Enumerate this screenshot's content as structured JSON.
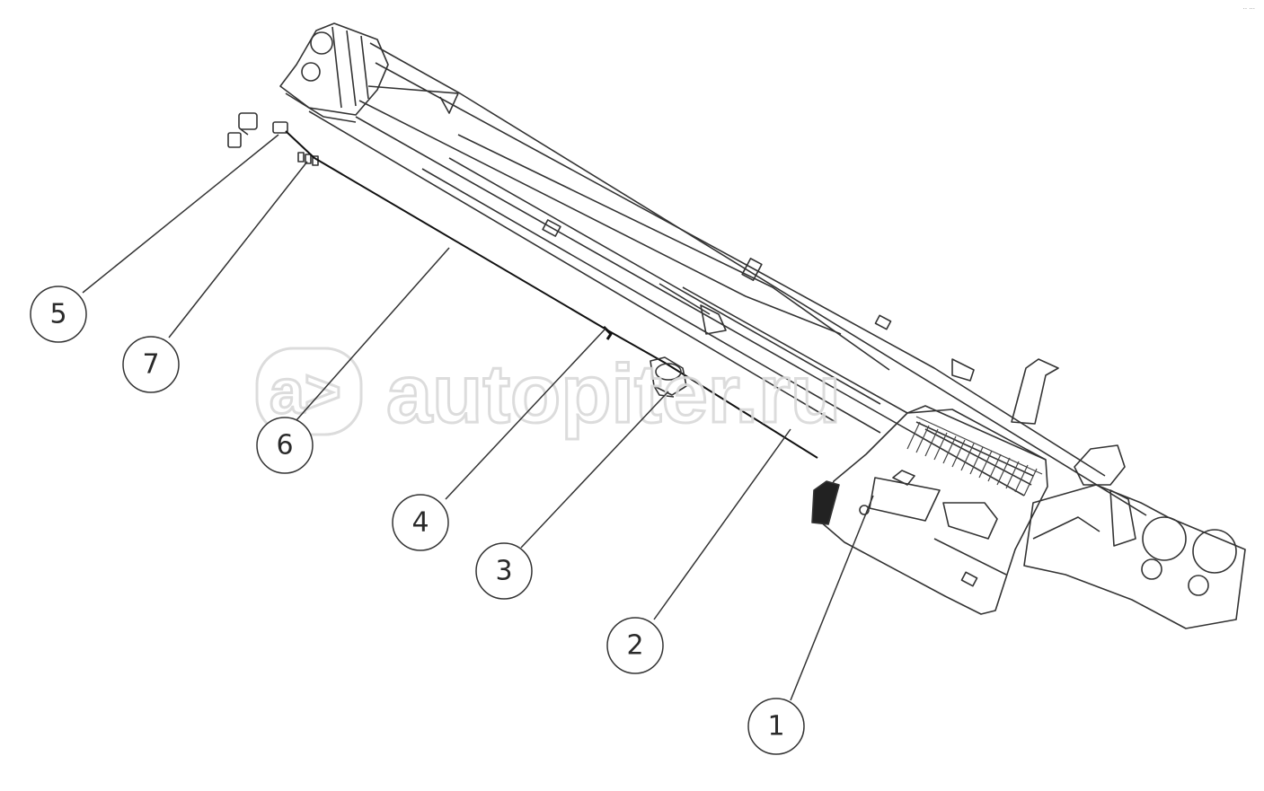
{
  "watermark": {
    "icon_text": "a>",
    "text": "autopiter.ru"
  },
  "corner_mark": "·· ···",
  "callouts": [
    {
      "id": "c1",
      "label": "1"
    },
    {
      "id": "c2",
      "label": "2"
    },
    {
      "id": "c3",
      "label": "3"
    },
    {
      "id": "c4",
      "label": "4"
    },
    {
      "id": "c5",
      "label": "5"
    },
    {
      "id": "c6",
      "label": "6"
    },
    {
      "id": "c7",
      "label": "7"
    }
  ]
}
